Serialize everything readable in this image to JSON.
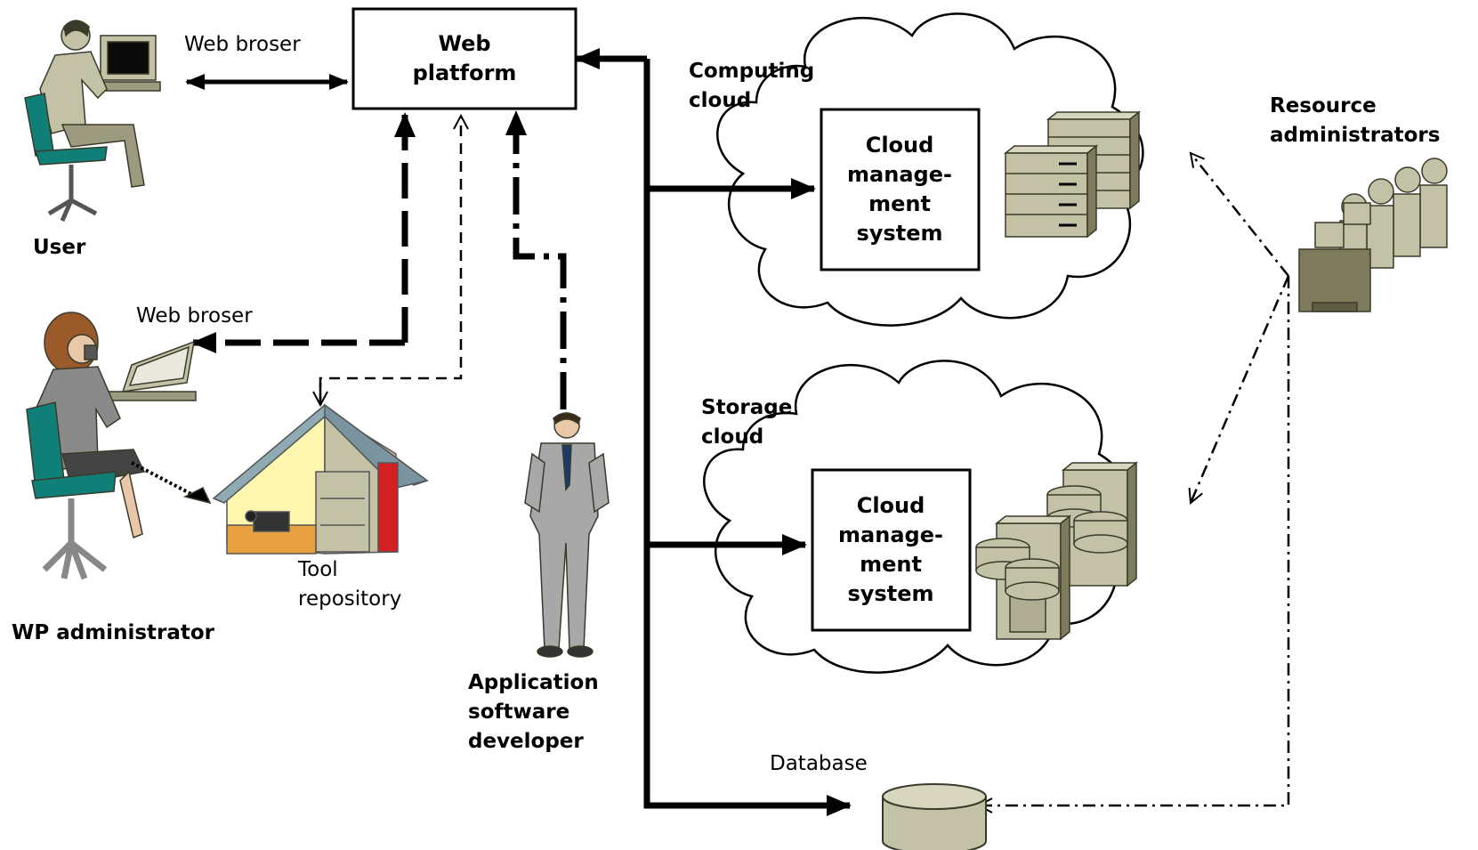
{
  "labels": {
    "web_platform": [
      "Web",
      "platform"
    ],
    "web_browser_user": "Web broser",
    "web_browser_admin": "Web broser",
    "user": "User",
    "wp_administrator": "WP administrator",
    "tool_repository": [
      "Tool",
      "repository"
    ],
    "app_developer": [
      "Application",
      "software",
      "developer"
    ],
    "computing_cloud": [
      "Computing",
      "cloud"
    ],
    "storage_cloud": [
      "Storage",
      "cloud"
    ],
    "cms_computing": [
      "Cloud",
      "manage-",
      "ment",
      "system"
    ],
    "cms_storage": [
      "Cloud",
      "manage-",
      "ment",
      "system"
    ],
    "resource_admins": [
      "Resource",
      "administrators"
    ],
    "database": "Database"
  },
  "icons": {
    "user": "user-at-computer-icon",
    "wp_admin": "admin-on-phone-icon",
    "tool_repo": "house-repository-icon",
    "developer": "standing-man-icon",
    "compute_servers": "server-rack-icon",
    "storage_servers": "storage-server-icon",
    "resource_admins": "group-at-desks-icon",
    "database": "database-cylinder-icon"
  },
  "colors": {
    "figure_fill": "#c4c2a6",
    "figure_dark": "#7d7b5c",
    "teal": "#0f7f78",
    "roof": "#8faab3",
    "house_wall": "#fff7b0",
    "red": "#d42020"
  }
}
